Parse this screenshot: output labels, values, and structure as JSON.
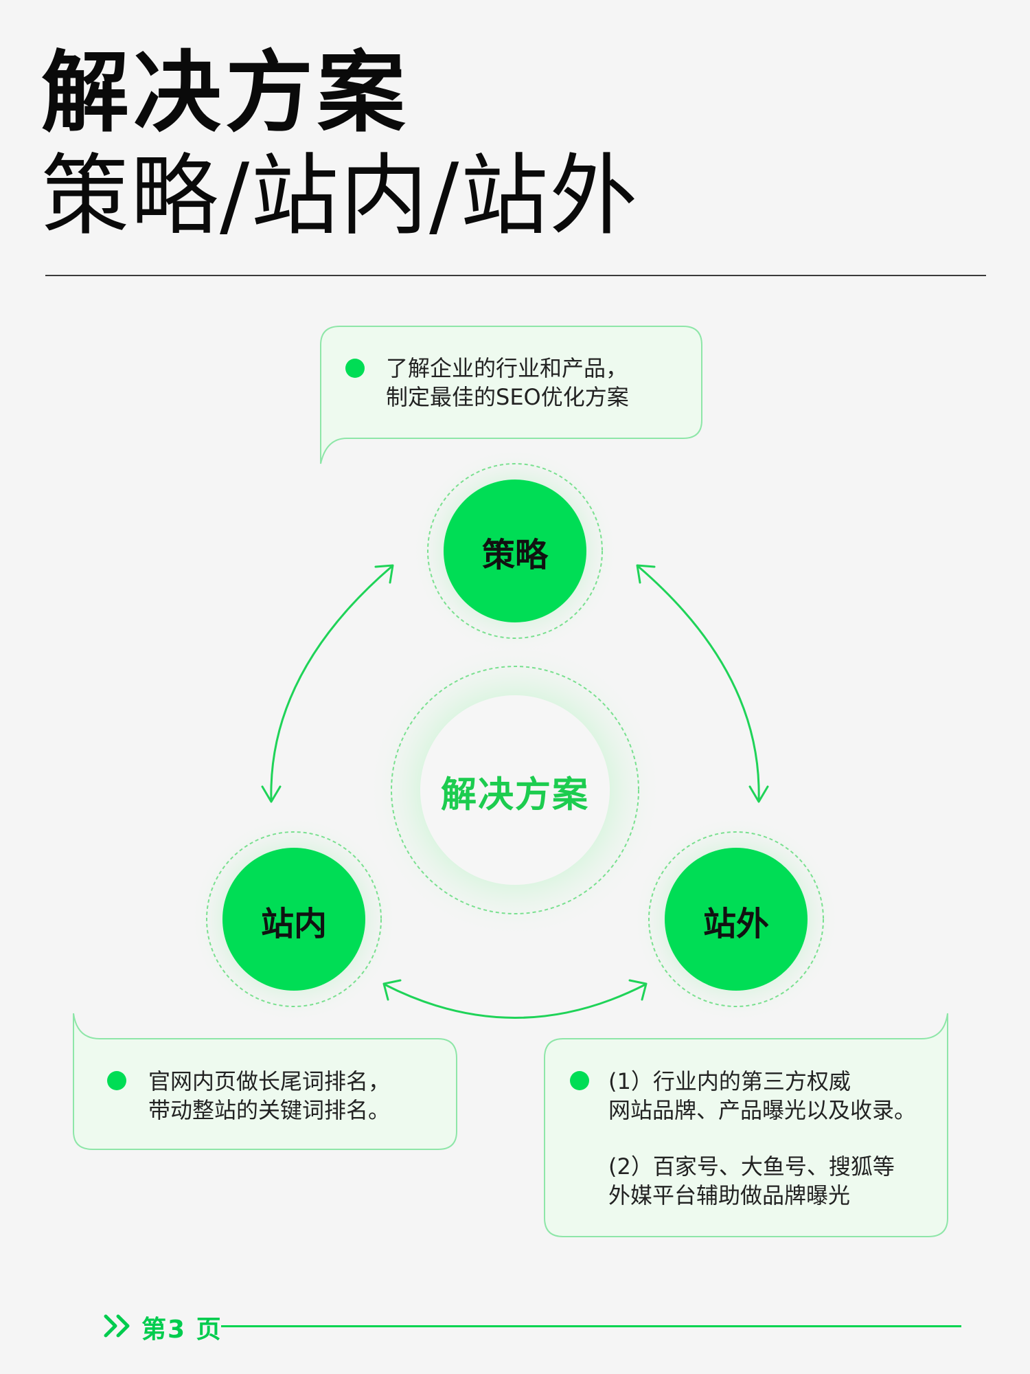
{
  "title": {
    "main": "解决方案",
    "sub": "策略/站内/站外"
  },
  "colors": {
    "accent": "#00dd55",
    "bubble_border": "#8ee6a8",
    "bubble_fill": "#eefaef"
  },
  "diagram": {
    "center": "解决方案",
    "nodes": {
      "strategy": "策略",
      "onsite": "站内",
      "offsite": "站外"
    }
  },
  "bubbles": {
    "strategy": [
      "了解企业的行业和产品，",
      "制定最佳的SEO优化方案"
    ],
    "onsite": [
      "官网内页做长尾词排名，",
      "带动整站的关键词排名。"
    ],
    "offsite": {
      "p1": [
        "(1）行业内的第三方权威",
        "网站品牌、产品曝光以及收录。"
      ],
      "p2": [
        "(2）百家号、大鱼号、搜狐等",
        "外媒平台辅助做品牌曝光"
      ]
    }
  },
  "footer": {
    "icon": "double-chevron-right-icon",
    "label": "第3 页"
  }
}
